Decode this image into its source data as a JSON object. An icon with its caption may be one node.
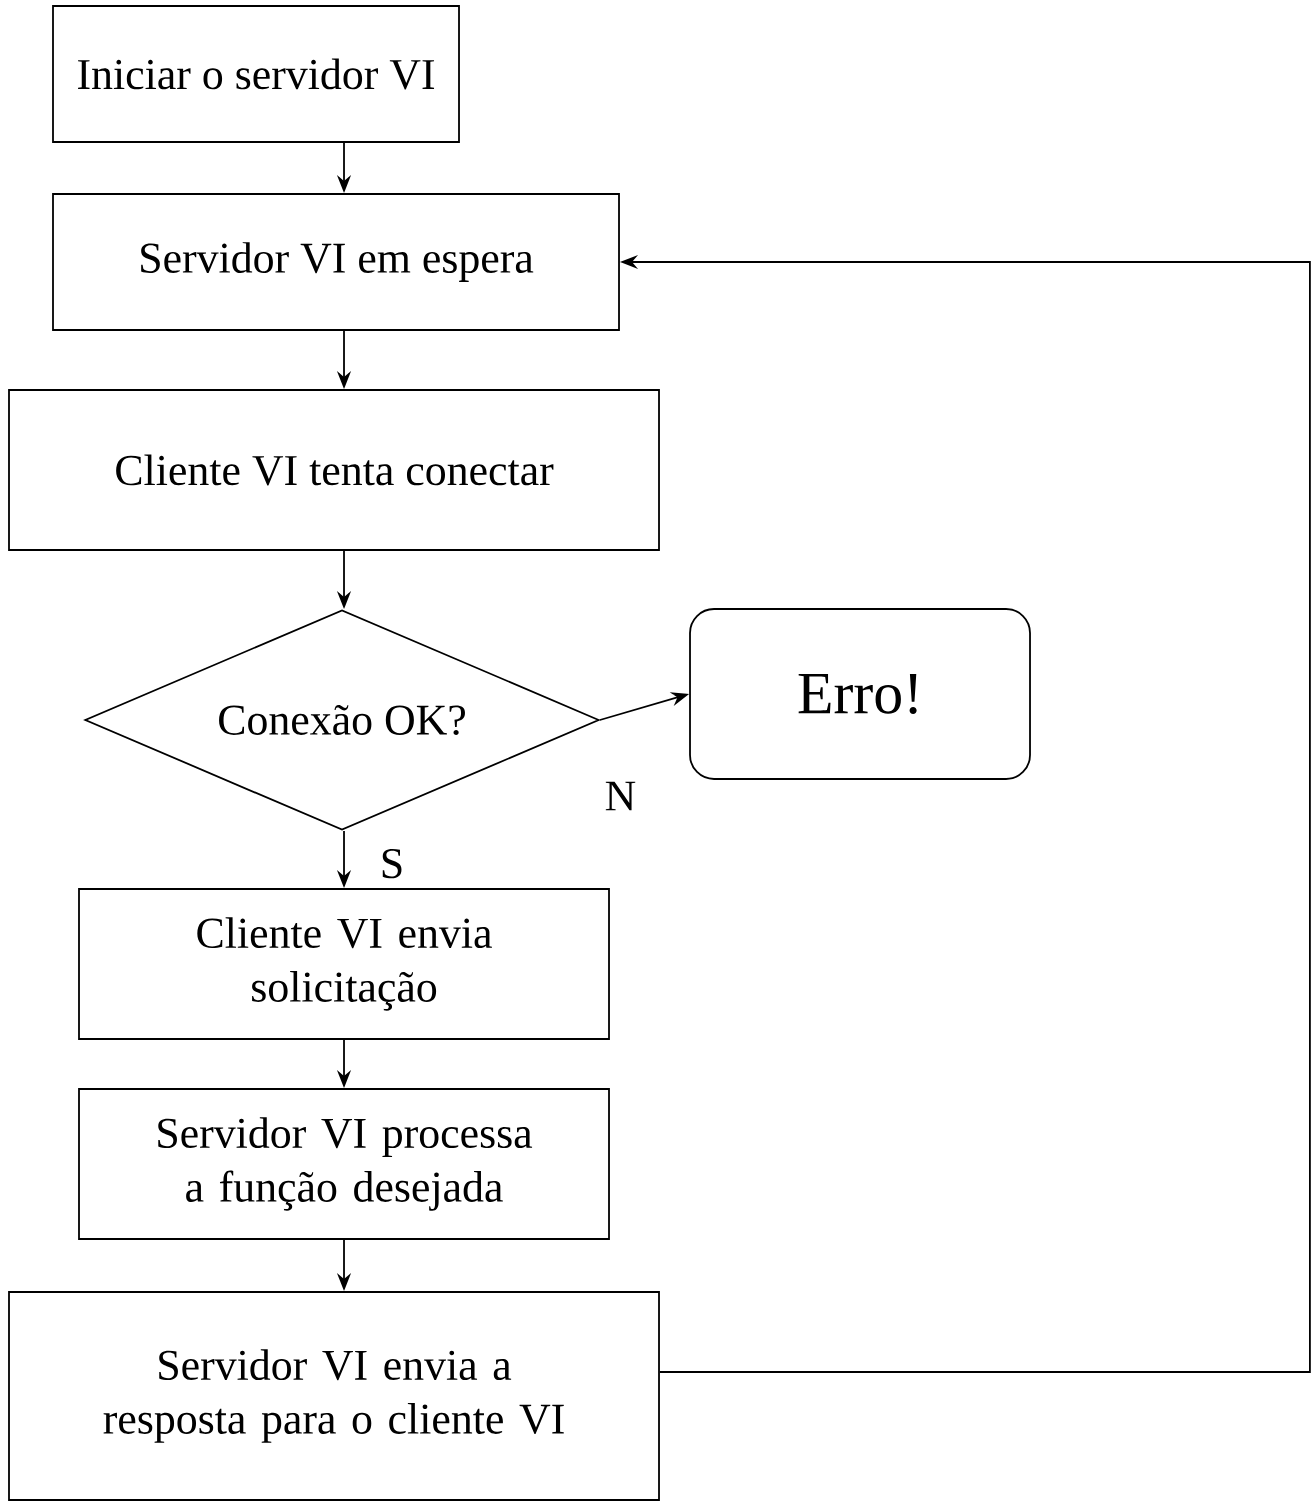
{
  "diagram": {
    "nodes": [
      {
        "text": [
          "Iniciar o servidor VI"
        ]
      },
      {
        "text": [
          "Servidor VI em espera"
        ]
      },
      {
        "text": [
          "Cliente VI tenta conectar"
        ]
      },
      {
        "text": [
          "Conexão OK?"
        ]
      },
      {
        "text": [
          "Erro!"
        ]
      },
      {
        "text": [
          "Cliente VI envia solicitação"
        ]
      },
      {
        "text": [
          "Servidor VI processa a função desejada"
        ]
      },
      {
        "text": [
          "Servidor VI envia a resposta para o cliente VI"
        ]
      }
    ],
    "edges": [
      {
        "from": 0,
        "to": 1,
        "arrow": "to"
      },
      {
        "from": 1,
        "to": 2,
        "arrow": "to"
      },
      {
        "from": 2,
        "to": 3,
        "arrow": "to"
      },
      {
        "from": 3,
        "to": 4,
        "arrow": "to",
        "label": "N"
      },
      {
        "from": 3,
        "to": 5,
        "arrow": "to",
        "label": "S"
      },
      {
        "from": 5,
        "to": 6,
        "arrow": "to"
      },
      {
        "from": 6,
        "to": 7,
        "arrow": "to"
      },
      {
        "from": 7,
        "to": 1,
        "arrow": "to"
      }
    ]
  }
}
